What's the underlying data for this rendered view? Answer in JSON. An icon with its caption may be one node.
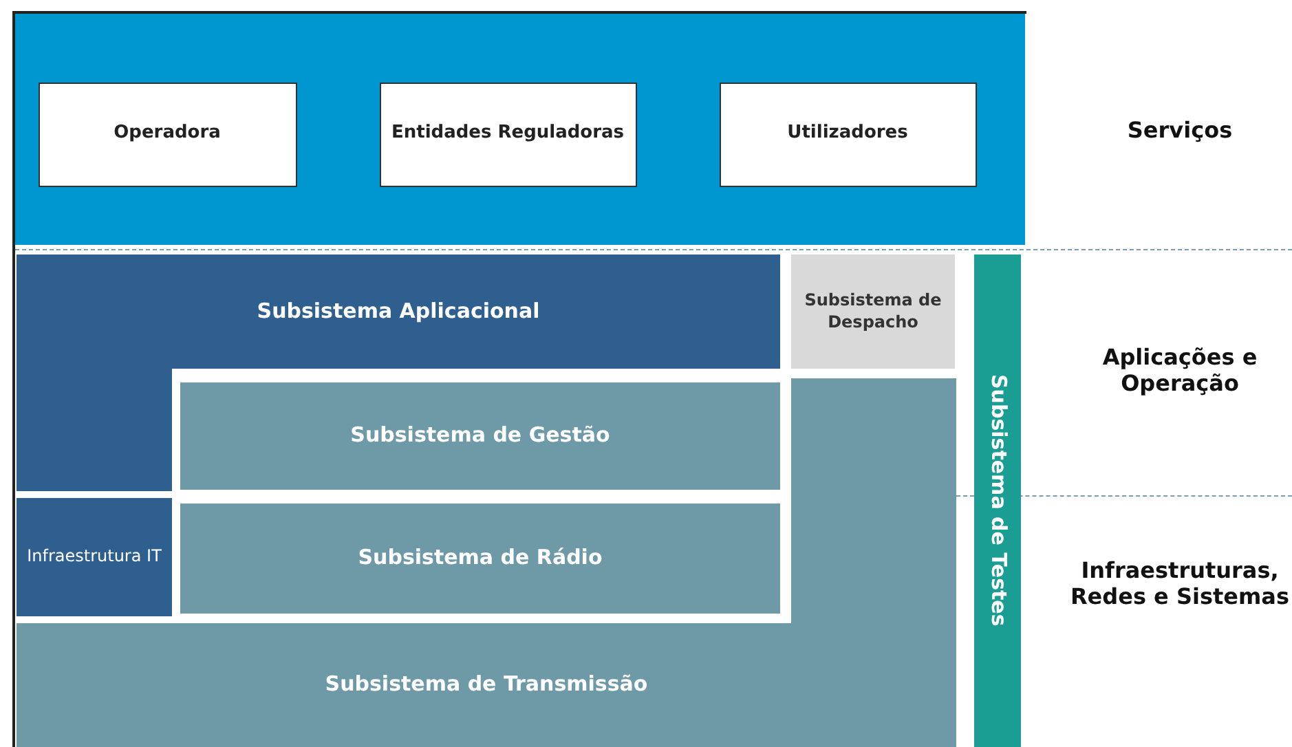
{
  "diagram": {
    "nodes": [
      {
        "text": [
          "Operadora"
        ]
      },
      {
        "text": [
          "Entidades Reguladoras"
        ]
      },
      {
        "text": [
          "Utilizadores"
        ]
      },
      {
        "text": [
          "Subsistema Aplicacional"
        ]
      },
      {
        "text": [
          "Subsistema de Despacho"
        ]
      },
      {
        "text": [
          "Subsistema de Gestão"
        ]
      },
      {
        "text": [
          "Infraestrutura IT"
        ]
      },
      {
        "text": [
          "Subsistema de Rádio"
        ]
      },
      {
        "text": [
          "Subsistema de Transmissão"
        ]
      },
      {
        "text": [
          "Subsistema de Testes"
        ]
      }
    ],
    "edges": [],
    "labels": [
      "Serviços",
      "Aplicações e Operação",
      "Infraestruturas, Redes e Sistemas"
    ]
  }
}
